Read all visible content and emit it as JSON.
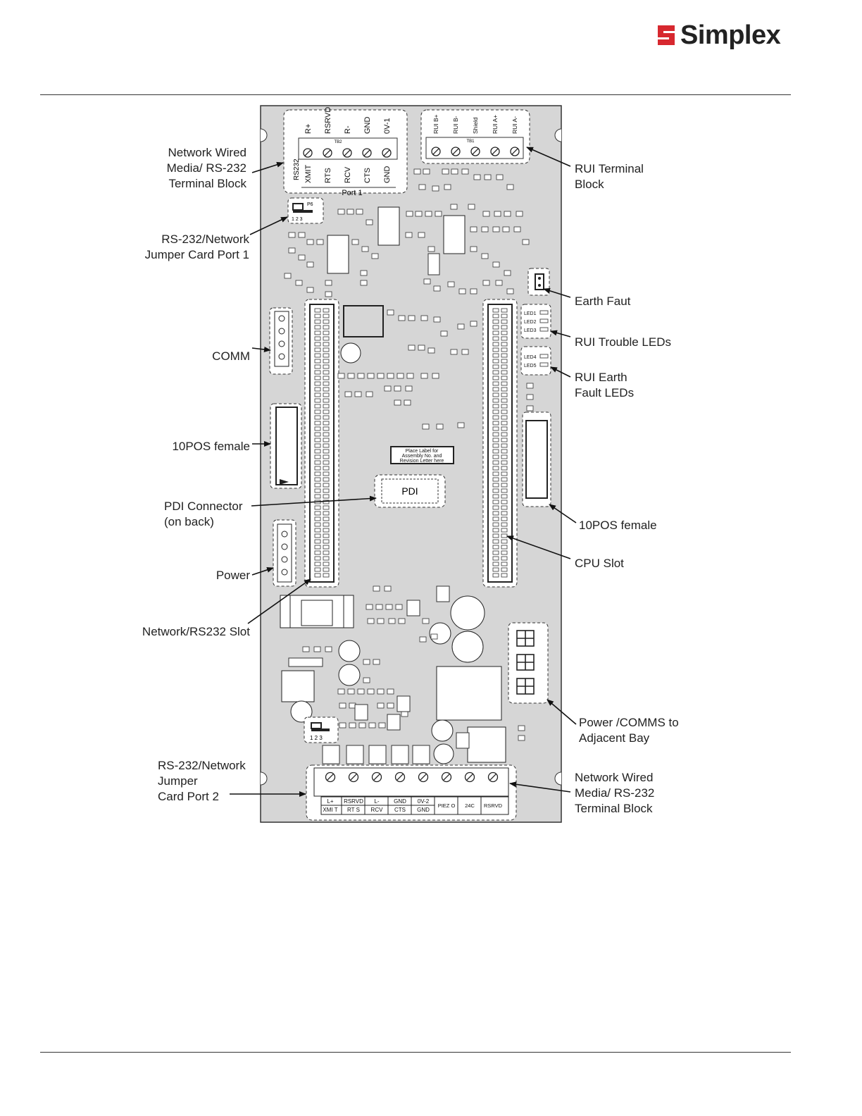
{
  "brand": {
    "name": "Simplex",
    "logo_color": "#d7282f"
  },
  "callouts": {
    "network_wired_top": "Network Wired\nMedia/ RS-232\nTerminal Block",
    "jumper_port1": "RS-232/Network\nJumper Card Port 1",
    "comm": "COMM",
    "tenpos_left": "10POS female",
    "pdi_connector": "PDI Connector\n(on back)",
    "power": "Power",
    "network_slot": "Network/RS232 Slot",
    "jumper_port2": "RS-232/Network\nJumper\nCard Port 2",
    "rui_terminal": "RUI Terminal\nBlock",
    "earth_faut": "Earth Faut",
    "rui_trouble": "RUI  Trouble LEDs",
    "rui_earth": "RUI  Earth\nFault LEDs",
    "tenpos_right": "10POS female",
    "cpu_slot": "CPU Slot",
    "power_comms": "Power /COMMS to\nAdjacent Bay",
    "network_wired_bottom": "Network Wired\nMedia/ RS-232\nTerminal Block"
  },
  "board": {
    "tb2_top_labels": [
      "R+",
      "RSRVD",
      "R-",
      "GND",
      "0V-1"
    ],
    "tb2_bottom_labels": [
      "XMIT",
      "RTS",
      "RCV",
      "CTS",
      "GND"
    ],
    "tb2_side_label": "RS232",
    "tb2_id": "TB2",
    "port1_label": "Port  1",
    "tb1_labels": [
      "RUI B+",
      "RUI B-",
      "Shield",
      "RUI A+",
      "RUI A-"
    ],
    "tb1_id": "TB1",
    "p6_label": "P6",
    "p6_pins": "1   2   3",
    "led_trouble": [
      "LED1",
      "LED2",
      "LED3"
    ],
    "led_earth": [
      "LED4",
      "LED5"
    ],
    "pdi_label": "PDI",
    "assembly_label": [
      "Place Label for",
      "Assembly No. and",
      "Revision Letter here"
    ],
    "bottom_top_labels": [
      "L+",
      "RSRVD",
      "L-",
      "GND",
      "0V-2"
    ],
    "bottom_bottom_labels": [
      "XMI T",
      "RT S",
      "RCV",
      "CTS",
      "GND"
    ],
    "bottom_extra_labels": [
      "PIEZ O",
      "24C",
      "RSRVD"
    ],
    "p9_pins": "1  2  3"
  }
}
